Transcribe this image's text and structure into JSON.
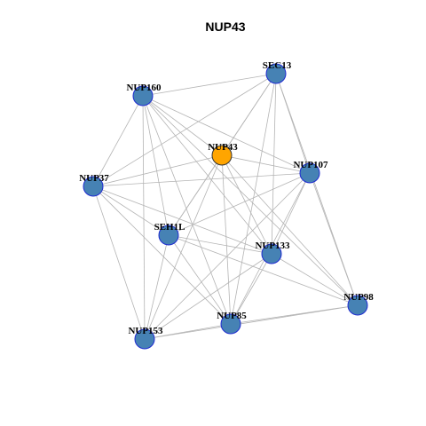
{
  "title": "NUP43",
  "colors": {
    "edge": "#b4b4b4",
    "node_fill": "#4682b4",
    "node_stroke": "#1f2bd1",
    "highlight_fill": "#ffa500",
    "highlight_stroke": "#333333",
    "label": "#000000",
    "title": "#000000"
  },
  "nodes": [
    {
      "id": "SEC13",
      "label": "SEC13",
      "highlight": false
    },
    {
      "id": "NUP160",
      "label": "NUP160",
      "highlight": false
    },
    {
      "id": "NUP43",
      "label": "NUP43",
      "highlight": true
    },
    {
      "id": "NUP107",
      "label": "NUP107",
      "highlight": false
    },
    {
      "id": "NUP37",
      "label": "NUP37",
      "highlight": false
    },
    {
      "id": "SEH1L",
      "label": "SEH1L",
      "highlight": false
    },
    {
      "id": "NUP133",
      "label": "NUP133",
      "highlight": false
    },
    {
      "id": "NUP98",
      "label": "NUP98",
      "highlight": false
    },
    {
      "id": "NUP85",
      "label": "NUP85",
      "highlight": false
    },
    {
      "id": "NUP153",
      "label": "NUP153",
      "highlight": false
    }
  ],
  "edges": [
    [
      "SEC13",
      "NUP160"
    ],
    [
      "SEC13",
      "NUP43"
    ],
    [
      "SEC13",
      "NUP37"
    ],
    [
      "SEC13",
      "NUP107"
    ],
    [
      "SEC13",
      "SEH1L"
    ],
    [
      "SEC13",
      "NUP133"
    ],
    [
      "SEC13",
      "NUP98"
    ],
    [
      "SEC13",
      "NUP85"
    ],
    [
      "NUP160",
      "NUP43"
    ],
    [
      "NUP160",
      "NUP37"
    ],
    [
      "NUP160",
      "NUP107"
    ],
    [
      "NUP160",
      "SEH1L"
    ],
    [
      "NUP160",
      "NUP133"
    ],
    [
      "NUP160",
      "NUP98"
    ],
    [
      "NUP160",
      "NUP85"
    ],
    [
      "NUP160",
      "NUP153"
    ],
    [
      "NUP43",
      "NUP37"
    ],
    [
      "NUP43",
      "NUP107"
    ],
    [
      "NUP43",
      "SEH1L"
    ],
    [
      "NUP43",
      "NUP133"
    ],
    [
      "NUP43",
      "NUP98"
    ],
    [
      "NUP43",
      "NUP85"
    ],
    [
      "NUP43",
      "NUP153"
    ],
    [
      "NUP107",
      "NUP37"
    ],
    [
      "NUP107",
      "SEH1L"
    ],
    [
      "NUP107",
      "NUP133"
    ],
    [
      "NUP107",
      "NUP98"
    ],
    [
      "NUP107",
      "NUP85"
    ],
    [
      "NUP107",
      "NUP153"
    ],
    [
      "NUP37",
      "SEH1L"
    ],
    [
      "NUP37",
      "NUP133"
    ],
    [
      "NUP37",
      "NUP85"
    ],
    [
      "NUP37",
      "NUP153"
    ],
    [
      "SEH1L",
      "NUP133"
    ],
    [
      "SEH1L",
      "NUP98"
    ],
    [
      "SEH1L",
      "NUP85"
    ],
    [
      "SEH1L",
      "NUP153"
    ],
    [
      "NUP133",
      "NUP98"
    ],
    [
      "NUP133",
      "NUP85"
    ],
    [
      "NUP133",
      "NUP153"
    ],
    [
      "NUP98",
      "NUP85"
    ],
    [
      "NUP98",
      "NUP153"
    ],
    [
      "NUP85",
      "NUP153"
    ]
  ]
}
